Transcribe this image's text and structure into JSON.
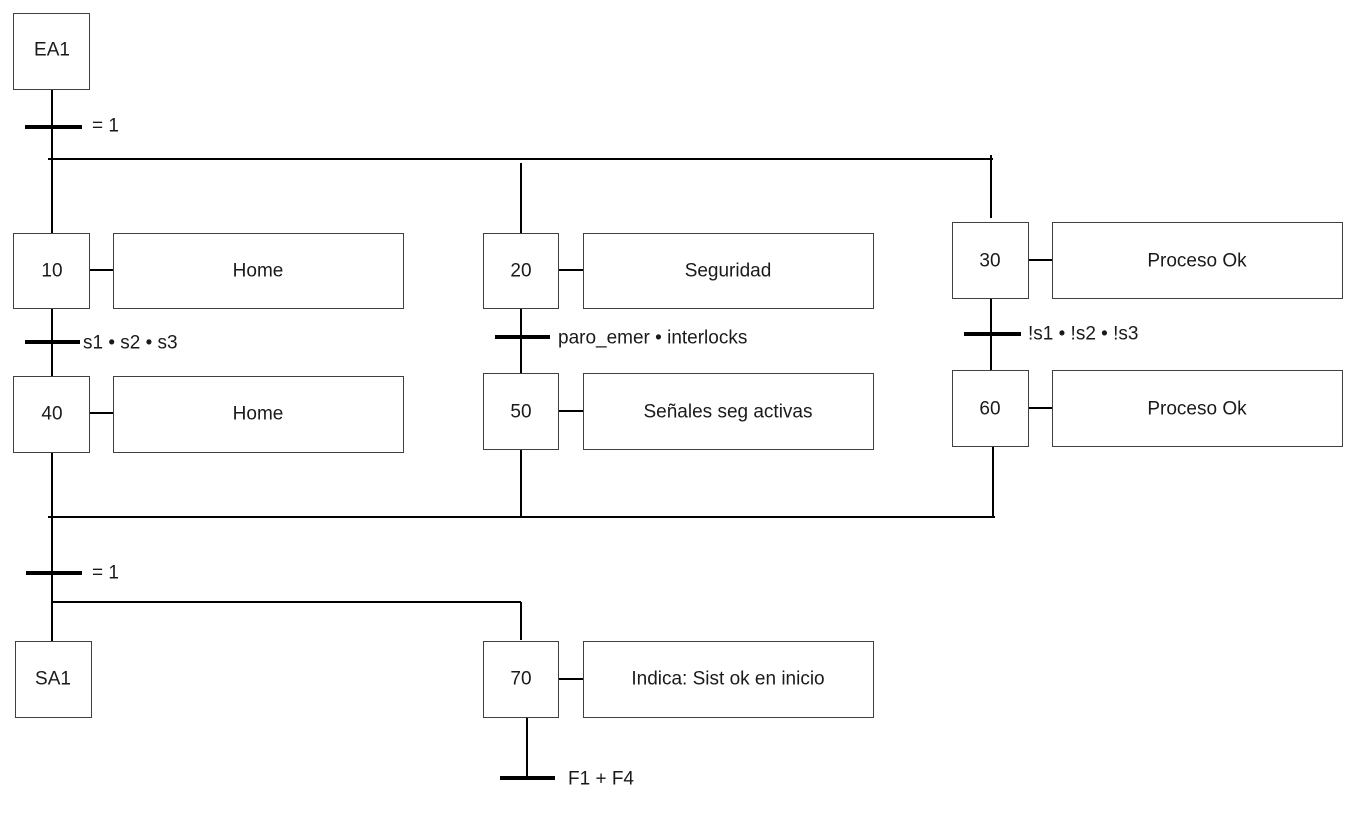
{
  "steps": {
    "ea1": "EA1",
    "s10": "10",
    "s20": "20",
    "s30": "30",
    "s40": "40",
    "s50": "50",
    "s60": "60",
    "sa1": "SA1",
    "s70": "70"
  },
  "actions": {
    "a10": "Home",
    "a20": "Seguridad",
    "a30": "Proceso Ok",
    "a40": "Home",
    "a50": "Señales seg activas",
    "a60": "Proceso Ok",
    "a70": "Indica: Sist ok en inicio"
  },
  "transitions": {
    "t_init": "= 1",
    "t_10_40": "s1 • s2 • s3",
    "t_20_50": "paro_emer • interlocks",
    "t_30_60": "!s1 • !s2 • !s3",
    "t_join": "= 1",
    "t_70": "F1 + F4"
  }
}
